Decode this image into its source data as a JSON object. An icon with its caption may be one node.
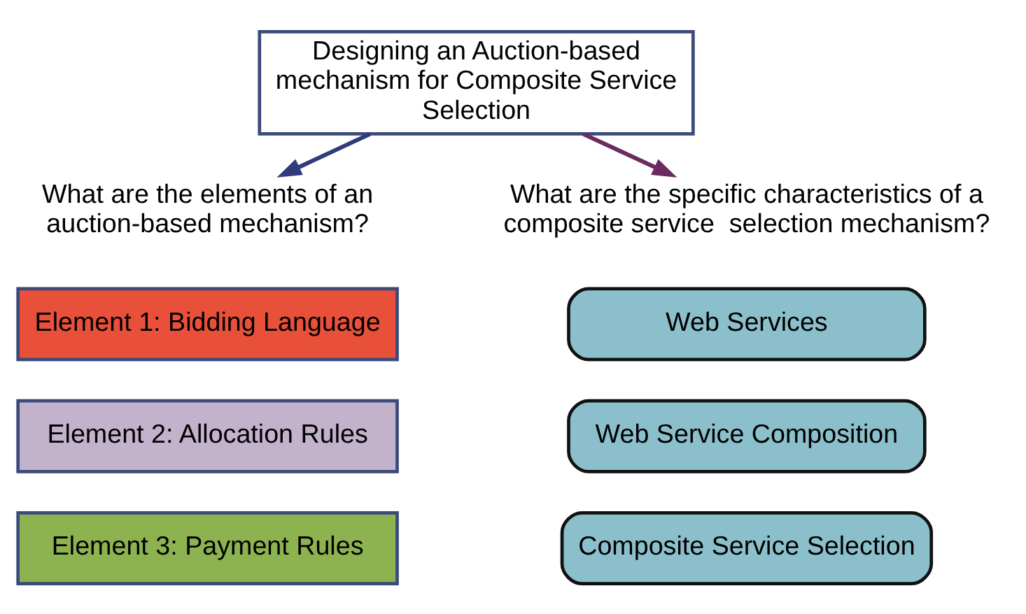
{
  "diagram": {
    "nodes": [
      {
        "text": [
          "Designing an Auction-based mechanism for Composite Service Selection"
        ]
      },
      {
        "text": [
          "What are the elements of an auction-based mechanism?"
        ]
      },
      {
        "text": [
          "What are the specific characteristics of a composite service  selection mechanism?"
        ]
      },
      {
        "text": [
          "Element 1: Bidding Language"
        ]
      },
      {
        "text": [
          "Element 2: Allocation Rules"
        ]
      },
      {
        "text": [
          "Element 3: Payment Rules"
        ]
      },
      {
        "text": [
          "Web Services"
        ]
      },
      {
        "text": [
          "Web Service Composition"
        ]
      },
      {
        "text": [
          "Composite Service Selection"
        ]
      }
    ],
    "edges": [
      {
        "from": 0,
        "to": 1,
        "arrow": "to",
        "color": "#2f3b7a"
      },
      {
        "from": 0,
        "to": 2,
        "arrow": "to",
        "color": "#6b2a60"
      }
    ]
  }
}
